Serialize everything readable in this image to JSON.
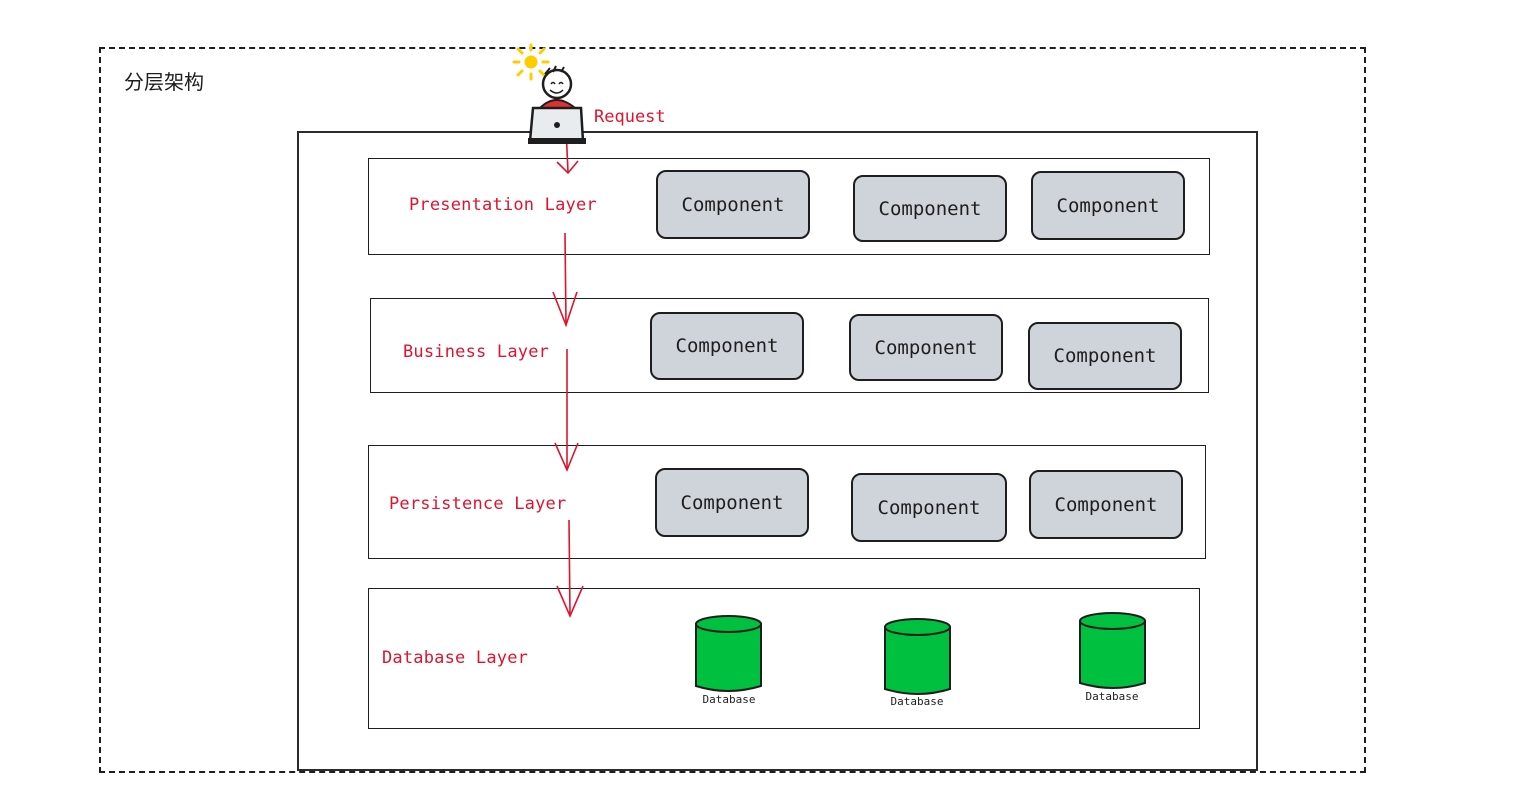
{
  "frame": {
    "title": "分层架构"
  },
  "request": {
    "label": "Request"
  },
  "layers": [
    {
      "label": "Presentation Layer",
      "components": [
        "Component",
        "Component",
        "Component"
      ]
    },
    {
      "label": "Business Layer",
      "components": [
        "Component",
        "Component",
        "Component"
      ]
    },
    {
      "label": "Persistence Layer",
      "components": [
        "Component",
        "Component",
        "Component"
      ]
    },
    {
      "label": "Database Layer",
      "databases": [
        "Database",
        "Database",
        "Database"
      ]
    }
  ],
  "colors": {
    "accent": "#e0132f",
    "component_fill": "#ced4da",
    "database_fill": "#00c040",
    "sun": "#ffcc00"
  },
  "icons": [
    "person-at-laptop-icon",
    "sun-icon",
    "database-icon",
    "arrow-down-icon"
  ]
}
